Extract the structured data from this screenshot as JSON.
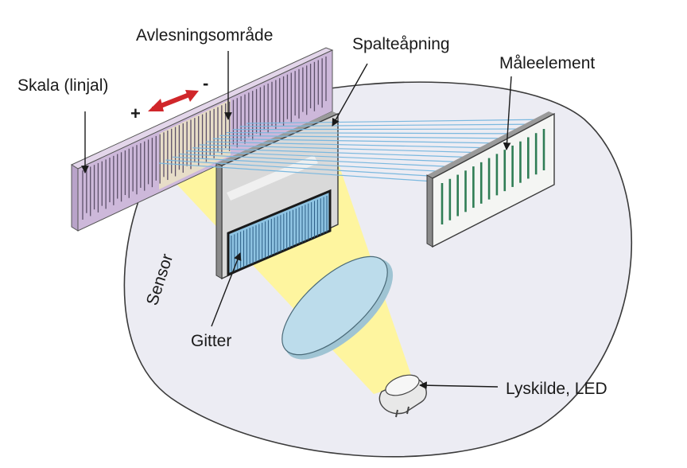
{
  "labels": {
    "scale": "Skala (linjal)",
    "reading_area": "Avlesningsområde",
    "slit": "Spalteåpning",
    "measuring_element": "Måleelement",
    "sensor": "Sensor",
    "grating": "Gitter",
    "light_source": "Lyskilde, LED"
  },
  "direction": {
    "plus": "+",
    "minus": "-"
  },
  "colors": {
    "sensor_plate": "#ececf3",
    "scale_body": "#cdb8da",
    "light_cone": "#fff59a",
    "beam": "#7ab8df",
    "arrow_red": "#d0262a",
    "lens": "#bcdceb"
  }
}
